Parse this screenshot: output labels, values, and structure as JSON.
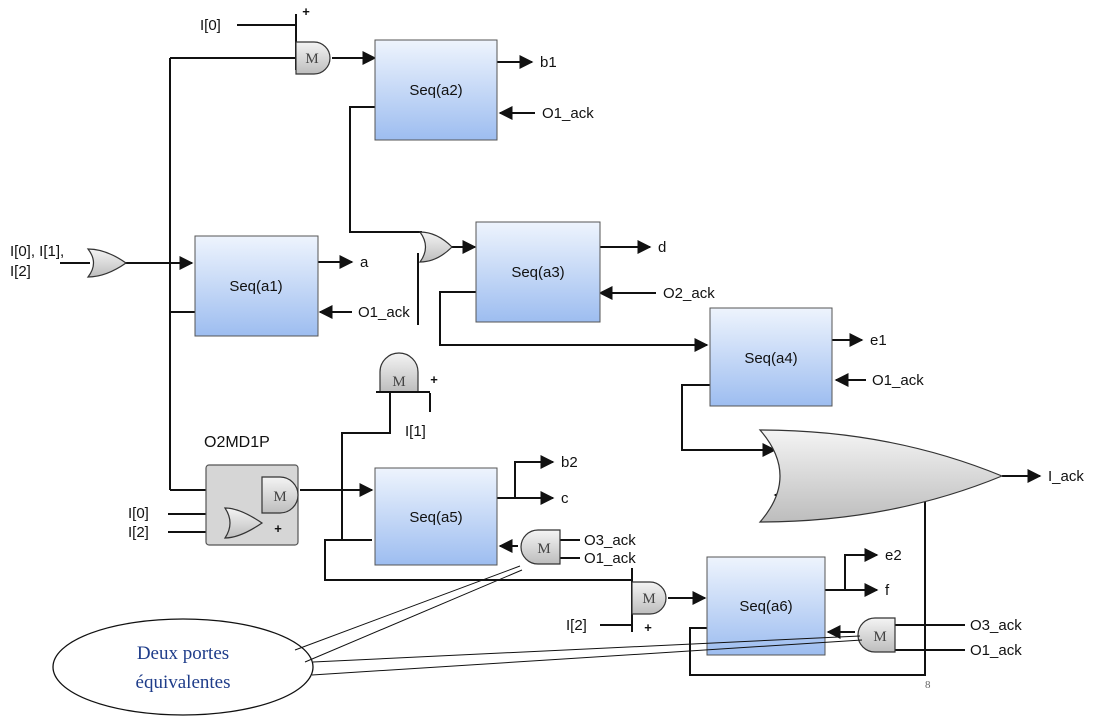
{
  "blocks": [
    {
      "label": "Seq(a1)"
    },
    {
      "label": "Seq(a2)"
    },
    {
      "label": "Seq(a3)"
    },
    {
      "label": "Seq(a4)"
    },
    {
      "label": "Seq(a5)"
    },
    {
      "label": "Seq(a6)"
    }
  ],
  "inputs": {
    "i0_top": "I[0]",
    "or_in_line1": "I[0], I[1],",
    "or_in_line2": "I[2]",
    "i1": "I[1]",
    "i0_o2md1p": "I[0]",
    "i2_o2md1p": "I[2]",
    "i2_a6": "I[2]"
  },
  "outputs": {
    "b1": "b1",
    "a": "a",
    "d": "d",
    "e1": "e1",
    "b2": "b2",
    "c": "c",
    "e2": "e2",
    "f": "f",
    "i_ack": "I_ack"
  },
  "acks": {
    "a2": "O1_ack",
    "a1": "O1_ack",
    "a3": "O2_ack",
    "a4": "O1_ack",
    "a5_o3": "O3_ack",
    "a5_o1": "O1_ack",
    "a6_o3": "O3_ack",
    "a6_o1": "O1_ack"
  },
  "component_title": "O2MD1P",
  "gate_symbols": {
    "muller": "M",
    "plus": "+"
  },
  "callout": {
    "line1": "Deux portes",
    "line2": "équivalentes"
  },
  "page_number": "8",
  "colors": {
    "block_top": "#e9f1fd",
    "block_bottom": "#9fbff0",
    "gate_fill": "#d9d9d9",
    "callout_text": "#1f3d8a"
  }
}
